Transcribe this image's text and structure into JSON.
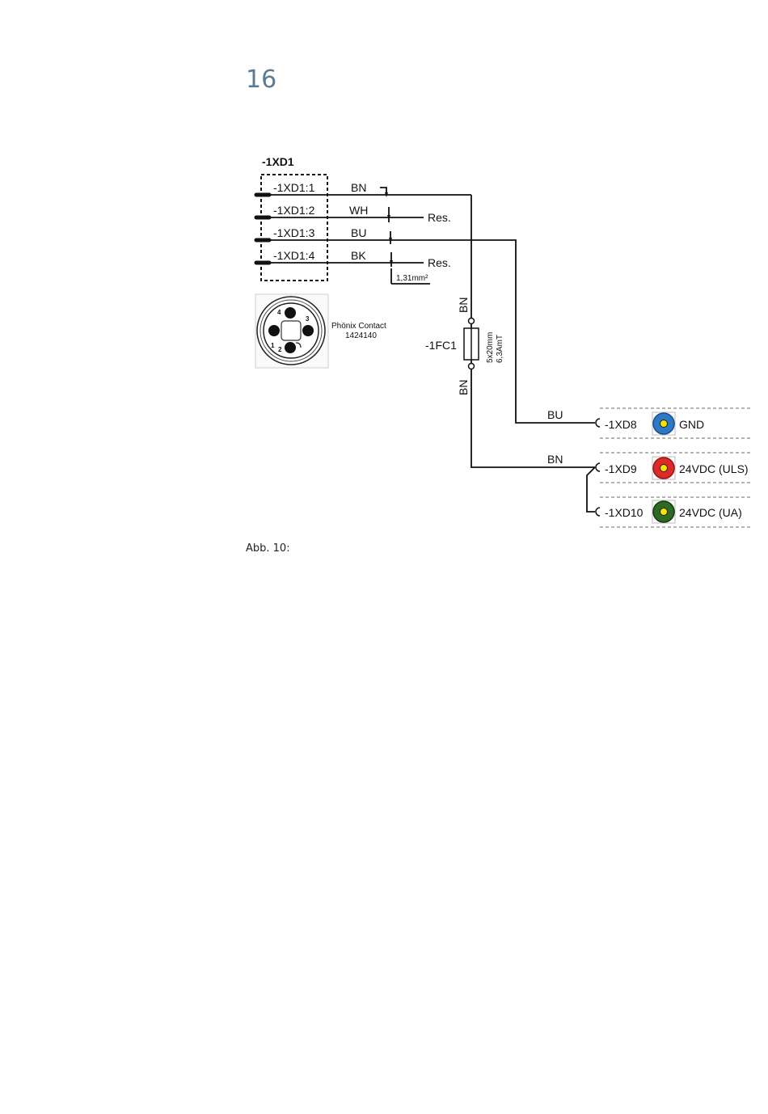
{
  "page": {
    "number": "16",
    "caption": "Abb. 10:"
  },
  "diagram": {
    "connector": {
      "title": "-1XD1",
      "pins": [
        {
          "label": "-1XD1:1",
          "wire": "BN"
        },
        {
          "label": "-1XD1:2",
          "wire": "WH"
        },
        {
          "label": "-1XD1:3",
          "wire": "BU"
        },
        {
          "label": "-1XD1:4",
          "wire": "BK"
        }
      ],
      "reserve_labels": [
        "Res.",
        "Res."
      ],
      "cross_section": "1,31mm²",
      "plug_pins": [
        "1",
        "2",
        "3",
        "4"
      ],
      "plug_maker": "Phönix Contact",
      "plug_part": "1424140"
    },
    "fuse": {
      "name": "-1FC1",
      "spec_line1": "5x20mm",
      "spec_line2": "6,3AmT",
      "wire_top": "BN",
      "wire_bottom": "BN"
    },
    "terminals": [
      {
        "id": "-1XD8",
        "label": "GND",
        "wire": "BU",
        "jack_color": "#2f78c6"
      },
      {
        "id": "-1XD9",
        "label": "24VDC (ULS)",
        "wire": "BN",
        "jack_color": "#e02828"
      },
      {
        "id": "-1XD10",
        "label": "24VDC (UA)",
        "wire": "",
        "jack_color": "#2f6a24"
      }
    ],
    "colors": {
      "line": "#111111",
      "page_number": "#5b7a93",
      "jack_center": "#f2e600"
    }
  }
}
